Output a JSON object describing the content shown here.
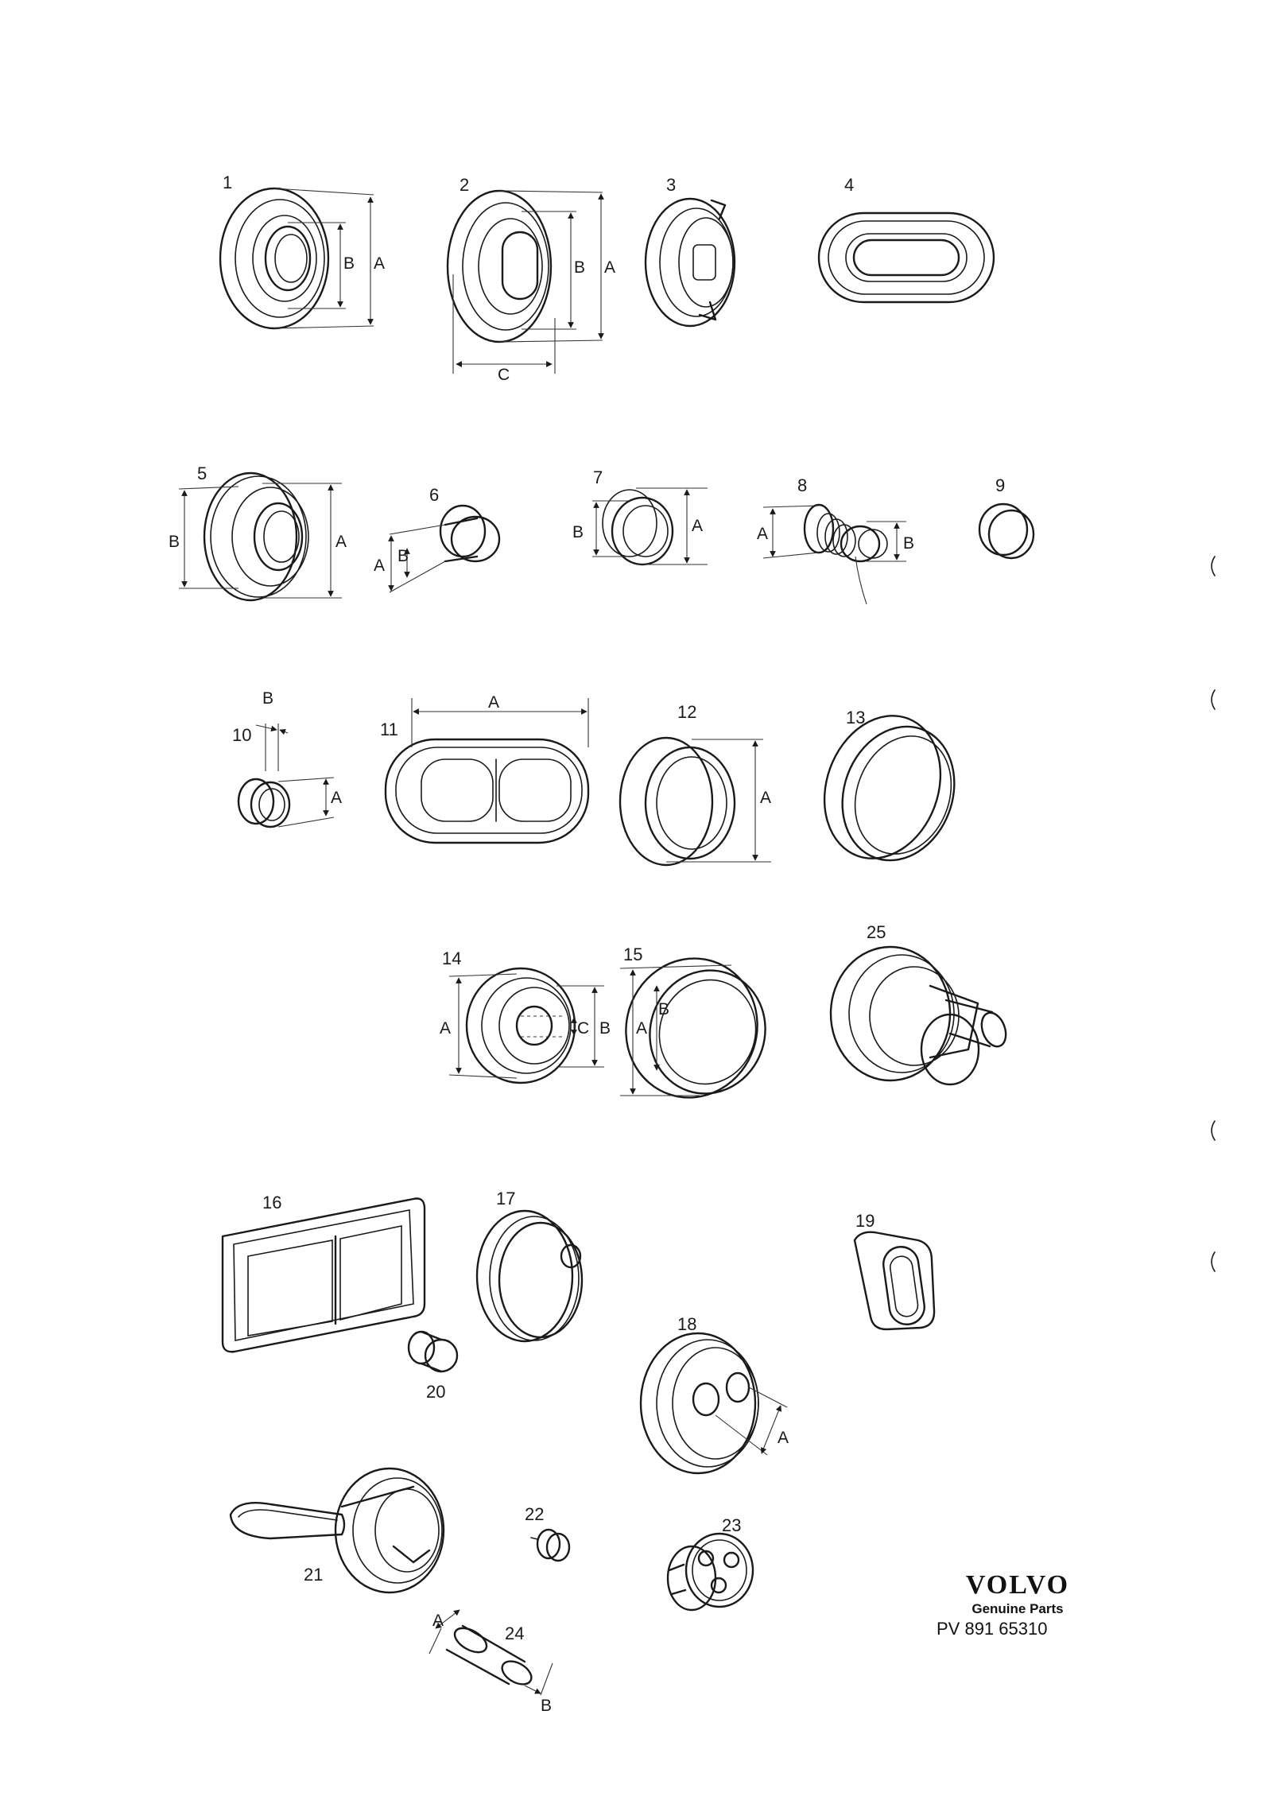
{
  "diagram": {
    "part_numbers": [
      "1",
      "2",
      "3",
      "4",
      "5",
      "6",
      "7",
      "8",
      "9",
      "10",
      "11",
      "12",
      "13",
      "14",
      "15",
      "16",
      "17",
      "18",
      "19",
      "20",
      "21",
      "22",
      "23",
      "24",
      "25"
    ],
    "dimension_letters": {
      "a": "A",
      "b": "B",
      "c": "C"
    }
  },
  "logo": {
    "brand": "VOLVO",
    "subtitle": "Genuine Parts",
    "code": "PV 891 65310"
  }
}
